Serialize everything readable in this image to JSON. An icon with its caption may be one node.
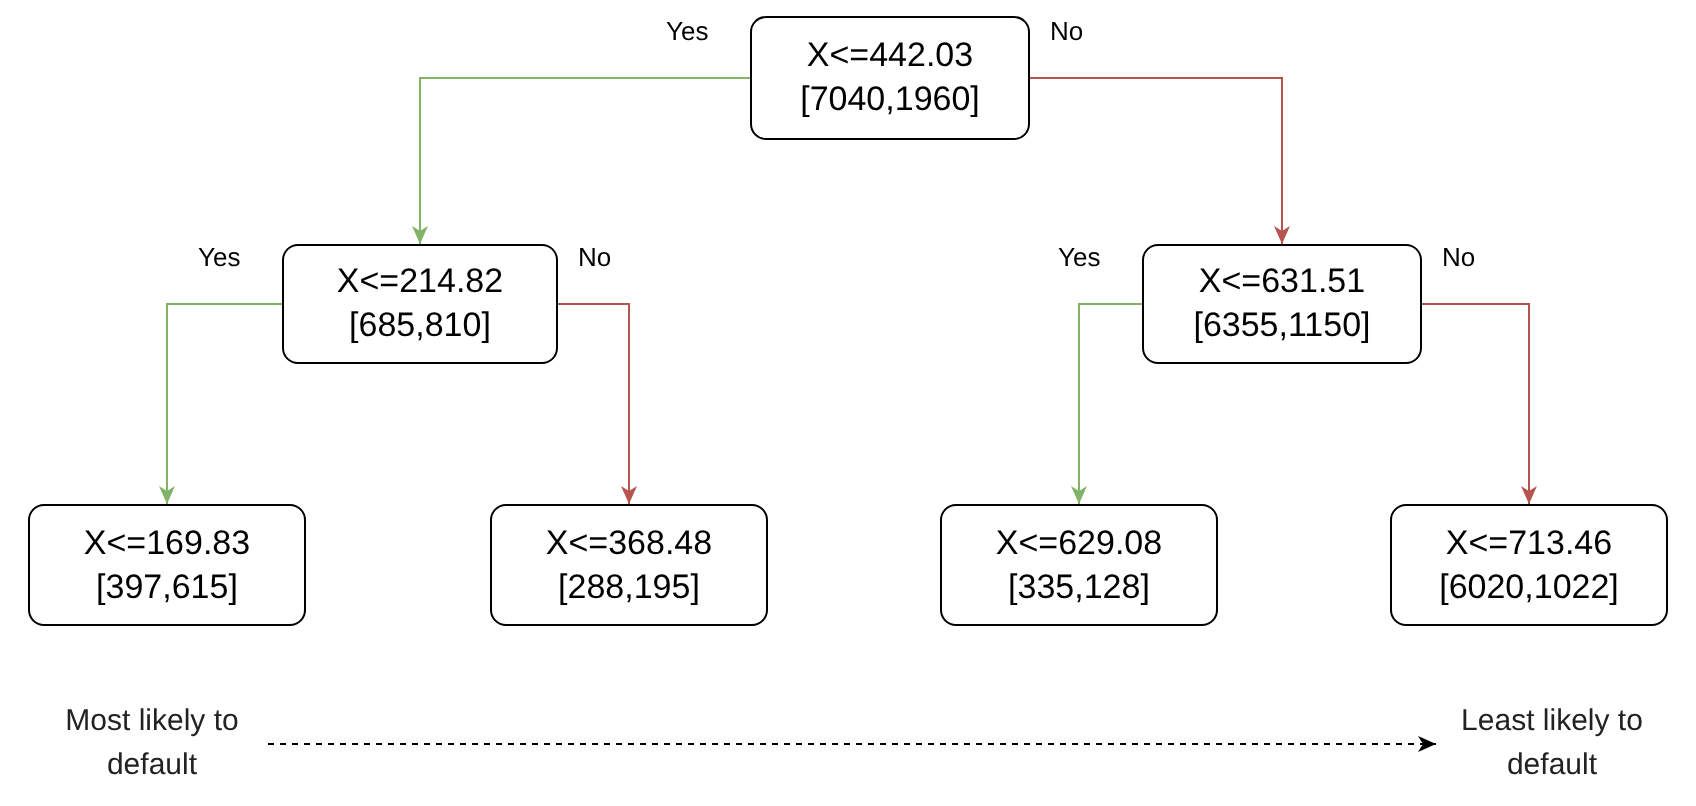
{
  "diagram": {
    "nodes": [
      {
        "text": [
          "X<=442.03",
          "[7040,1960]"
        ]
      },
      {
        "text": [
          "X<=214.82",
          "[685,810]"
        ]
      },
      {
        "text": [
          "X<=631.51",
          "[6355,1150]"
        ]
      },
      {
        "text": [
          "X<=169.83",
          "[397,615]"
        ]
      },
      {
        "text": [
          "X<=368.48",
          "[288,195]"
        ]
      },
      {
        "text": [
          "X<=629.08",
          "[335,128]"
        ]
      },
      {
        "text": [
          "X<=713.46",
          "[6020,1022]"
        ]
      },
      {
        "text": [
          "Most likely to default"
        ]
      },
      {
        "text": [
          "Least likely to default"
        ]
      }
    ],
    "edges": [
      {
        "from": 0,
        "to": 1,
        "arrow": "to",
        "label": "Yes",
        "color": "#82b366"
      },
      {
        "from": 0,
        "to": 2,
        "arrow": "to",
        "label": "No",
        "color": "#b85450"
      },
      {
        "from": 1,
        "to": 3,
        "arrow": "to",
        "label": "Yes",
        "color": "#82b366"
      },
      {
        "from": 1,
        "to": 4,
        "arrow": "to",
        "label": "No",
        "color": "#b85450"
      },
      {
        "from": 2,
        "to": 5,
        "arrow": "to",
        "label": "Yes",
        "color": "#82b366"
      },
      {
        "from": 2,
        "to": 6,
        "arrow": "to",
        "label": "No",
        "color": "#b85450"
      },
      {
        "from": 7,
        "to": 8,
        "arrow": "to",
        "style": "dashed",
        "color": "#000000"
      }
    ]
  }
}
